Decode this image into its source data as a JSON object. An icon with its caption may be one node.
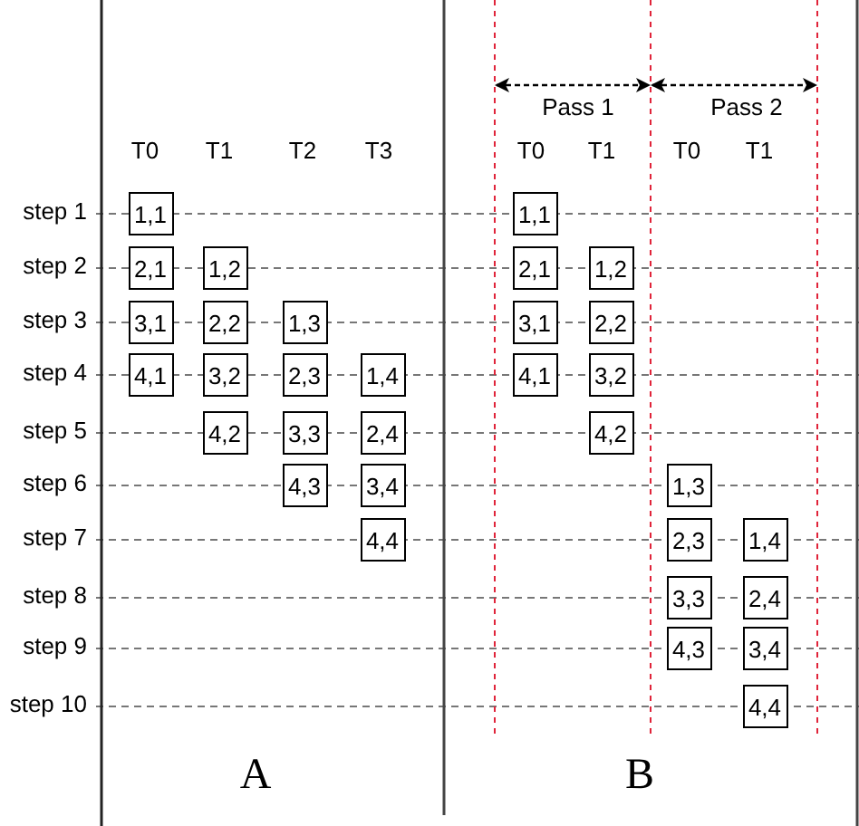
{
  "diagram": {
    "nodes": [
      {
        "text": [
          "1,1"
        ]
      },
      {
        "text": [
          "1,1"
        ]
      },
      {
        "text": [
          "2,1"
        ]
      },
      {
        "text": [
          "1,2"
        ]
      },
      {
        "text": [
          "2,1"
        ]
      },
      {
        "text": [
          "1,2"
        ]
      },
      {
        "text": [
          "3,1"
        ]
      },
      {
        "text": [
          "2,2"
        ]
      },
      {
        "text": [
          "1,3"
        ]
      },
      {
        "text": [
          "3,1"
        ]
      },
      {
        "text": [
          "2,2"
        ]
      },
      {
        "text": [
          "4,1"
        ]
      },
      {
        "text": [
          "3,2"
        ]
      },
      {
        "text": [
          "2,3"
        ]
      },
      {
        "text": [
          "1,4"
        ]
      },
      {
        "text": [
          "4,1"
        ]
      },
      {
        "text": [
          "3,2"
        ]
      },
      {
        "text": [
          "4,2"
        ]
      },
      {
        "text": [
          "3,3"
        ]
      },
      {
        "text": [
          "2,4"
        ]
      },
      {
        "text": [
          "4,2"
        ]
      },
      {
        "text": [
          "4,3"
        ]
      },
      {
        "text": [
          "3,4"
        ]
      },
      {
        "text": [
          "1,3"
        ]
      },
      {
        "text": [
          "4,4"
        ]
      },
      {
        "text": [
          "2,3"
        ]
      },
      {
        "text": [
          "1,4"
        ]
      },
      {
        "text": [
          "3,3"
        ]
      },
      {
        "text": [
          "2,4"
        ]
      },
      {
        "text": [
          "4,3"
        ]
      },
      {
        "text": [
          "3,4"
        ]
      },
      {
        "text": [
          "4,4"
        ]
      }
    ],
    "edges": [],
    "labels": [
      "Pass 1",
      "Pass 2",
      "T0",
      "T1",
      "T2",
      "T3",
      "T0",
      "T1",
      "T0",
      "T1",
      "step 1",
      "step 2",
      "step 3",
      "step 4",
      "step 5",
      "step 6",
      "step 7",
      "step 8",
      "step 9",
      "step 10",
      "A",
      "B"
    ]
  }
}
